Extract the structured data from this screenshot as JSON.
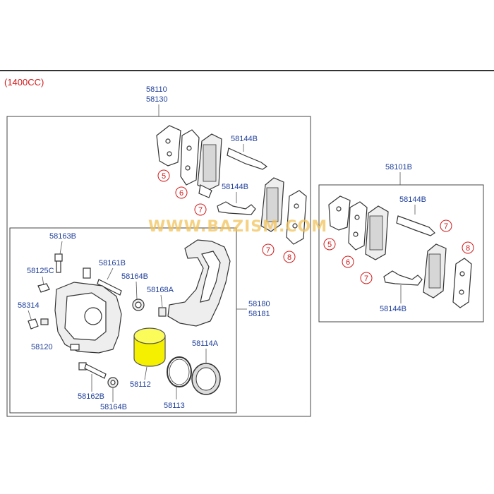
{
  "variant": "(1400CC)",
  "watermark": "WWW.BAZISM.COM",
  "labels": {
    "top_assy_1": "58110",
    "top_assy_2": "58130",
    "pad_clip_top": "58144B",
    "pad_clip_mid": "58144B",
    "caliper_pin_top": "58163B",
    "caliper_pin_guide": "58161B",
    "bleeder": "58125C",
    "boot_1": "58164B",
    "bushing": "58168A",
    "bracket_1": "58180",
    "bracket_2": "58181",
    "plug": "58314",
    "cap": "58120",
    "dust_seal": "58114A",
    "piston": "58112",
    "piston_seal": "58113",
    "caliper_pin_bottom": "58162B",
    "boot_2": "58164B",
    "right_assy": "58101B",
    "right_clip_top": "58144B",
    "right_clip_bottom": "58144B"
  },
  "callouts": {
    "left": {
      "c5": "5",
      "c6": "6",
      "c7a": "7",
      "c7b": "7",
      "c8": "8"
    },
    "right": {
      "c5": "5",
      "c6": "6",
      "c7a": "7",
      "c7b": "7",
      "c8": "8"
    }
  },
  "colors": {
    "label": "#1f3f9a",
    "callout": "#d11a1a",
    "highlight": "#f5f000"
  }
}
